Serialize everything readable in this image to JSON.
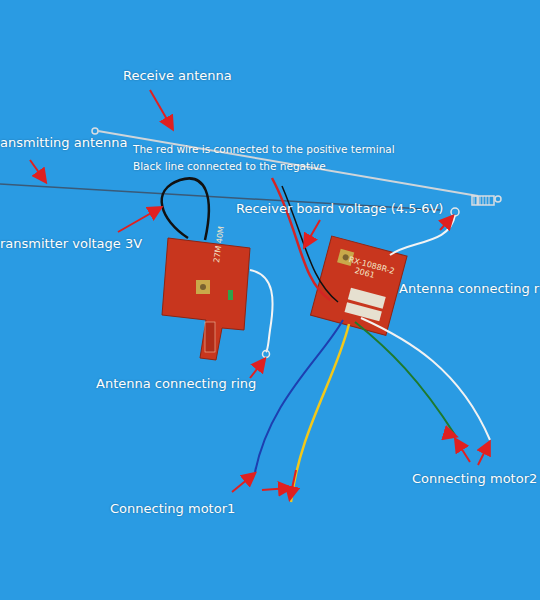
{
  "diagram": {
    "labels": [
      "Receive antenna",
      "ansmitting antenna",
      "The red wire is connected to the positive terminal",
      "Black line connected to the negative",
      "Receiver board voltage (4.5-6V)",
      "ransmitter voltage 3V",
      "Antenna connecting r",
      "Antenna connecting ring",
      "Connecting motor1",
      "Connecting motor2",
      "27M 40M",
      "RX-1088R-2",
      "2061"
    ]
  }
}
